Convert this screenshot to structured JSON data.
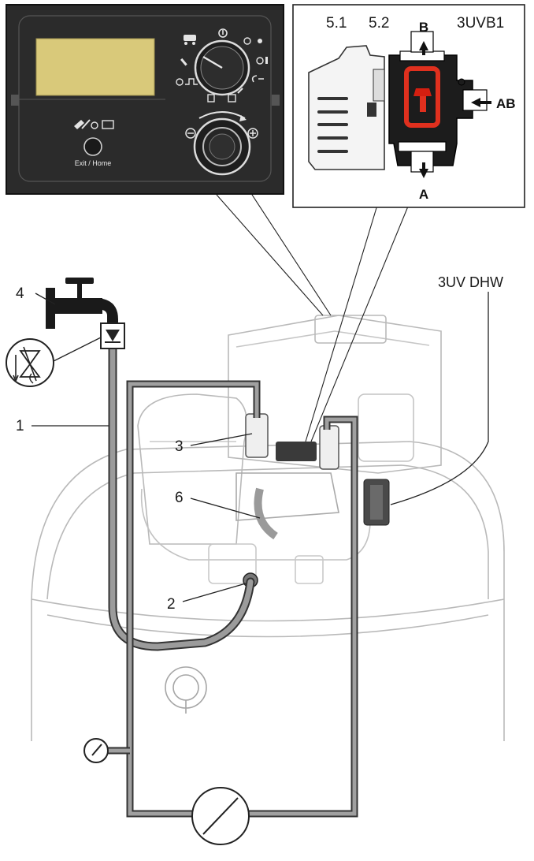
{
  "callouts": {
    "item_1": "1",
    "item_2": "2",
    "item_3": "3",
    "item_4": "4",
    "item_6": "6",
    "module_51": "5.1",
    "module_52": "5.2",
    "valve_3uvb1": "3UVB1",
    "valve_3uv_dhw": "3UV DHW"
  },
  "valve_ports": {
    "port_b": "B",
    "port_a": "A",
    "port_ab": "AB"
  },
  "control_panel": {
    "button_label": "Exit / Home"
  },
  "colors": {
    "panel_bg": "#2b2b2b",
    "display_screen": "#d9c97a",
    "valve_actuator": "#e0301e",
    "valve_body": "#d41f10",
    "hose": "#8a8a8a",
    "line_art": "#b0b0b0"
  },
  "icons": [
    "tap-icon",
    "flow-direction-icon",
    "backflow-preventer-icon",
    "pressure-gauge-icon",
    "pump-icon"
  ]
}
